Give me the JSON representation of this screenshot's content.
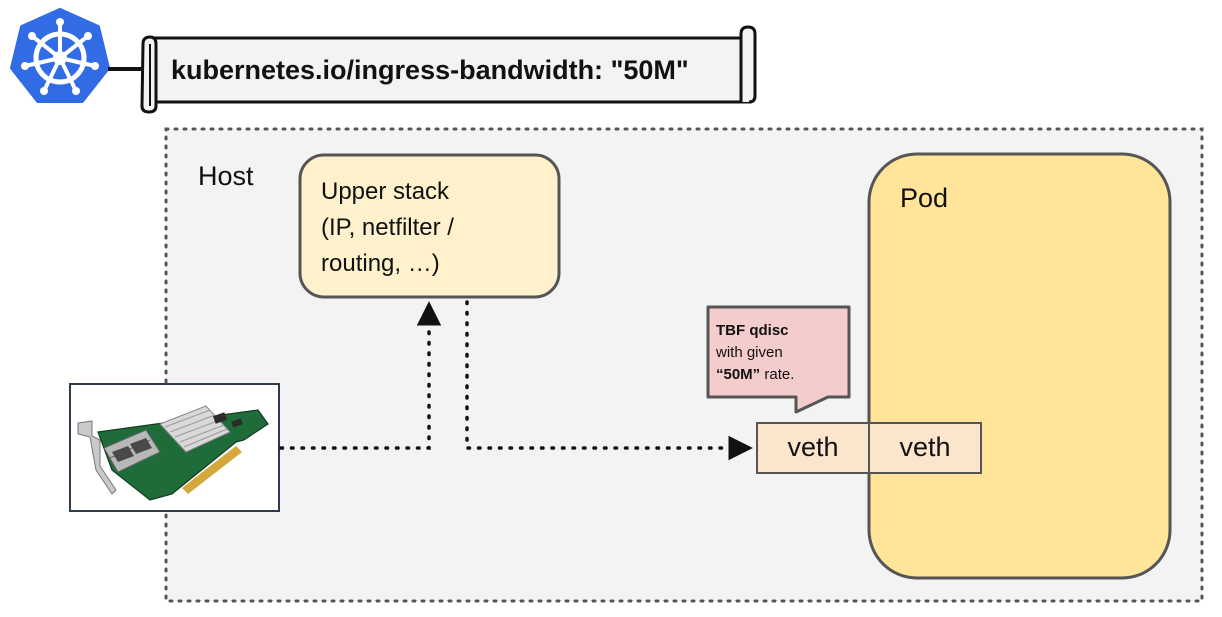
{
  "annotation": {
    "key": "kubernetes.io/ingress-bandwidth:",
    "value": "\"50M\""
  },
  "host": {
    "label": "Host"
  },
  "upper_stack": {
    "line1": "Upper stack",
    "line2": "(IP,  netfilter /",
    "line3": "routing, …)"
  },
  "pod": {
    "label": "Pod"
  },
  "tbf_callout": {
    "title": "TBF qdisc",
    "line2": "with given",
    "rate_value": "“50M”",
    "rate_suffix": " rate."
  },
  "veth_pair": {
    "host_side": "veth",
    "pod_side": "veth"
  },
  "icons": {
    "kubernetes": "kubernetes-helm-logo",
    "nic": "network-interface-card-image"
  },
  "colors": {
    "kubernetes_blue": "#326CE5",
    "upper_stack_fill": "#FFF1CC",
    "pod_fill": "#FFE499",
    "tbf_fill": "#F4CCCC",
    "veth_fill": "#FCE5CD",
    "host_fill": "#F3F3F3",
    "outline": "#555555"
  }
}
